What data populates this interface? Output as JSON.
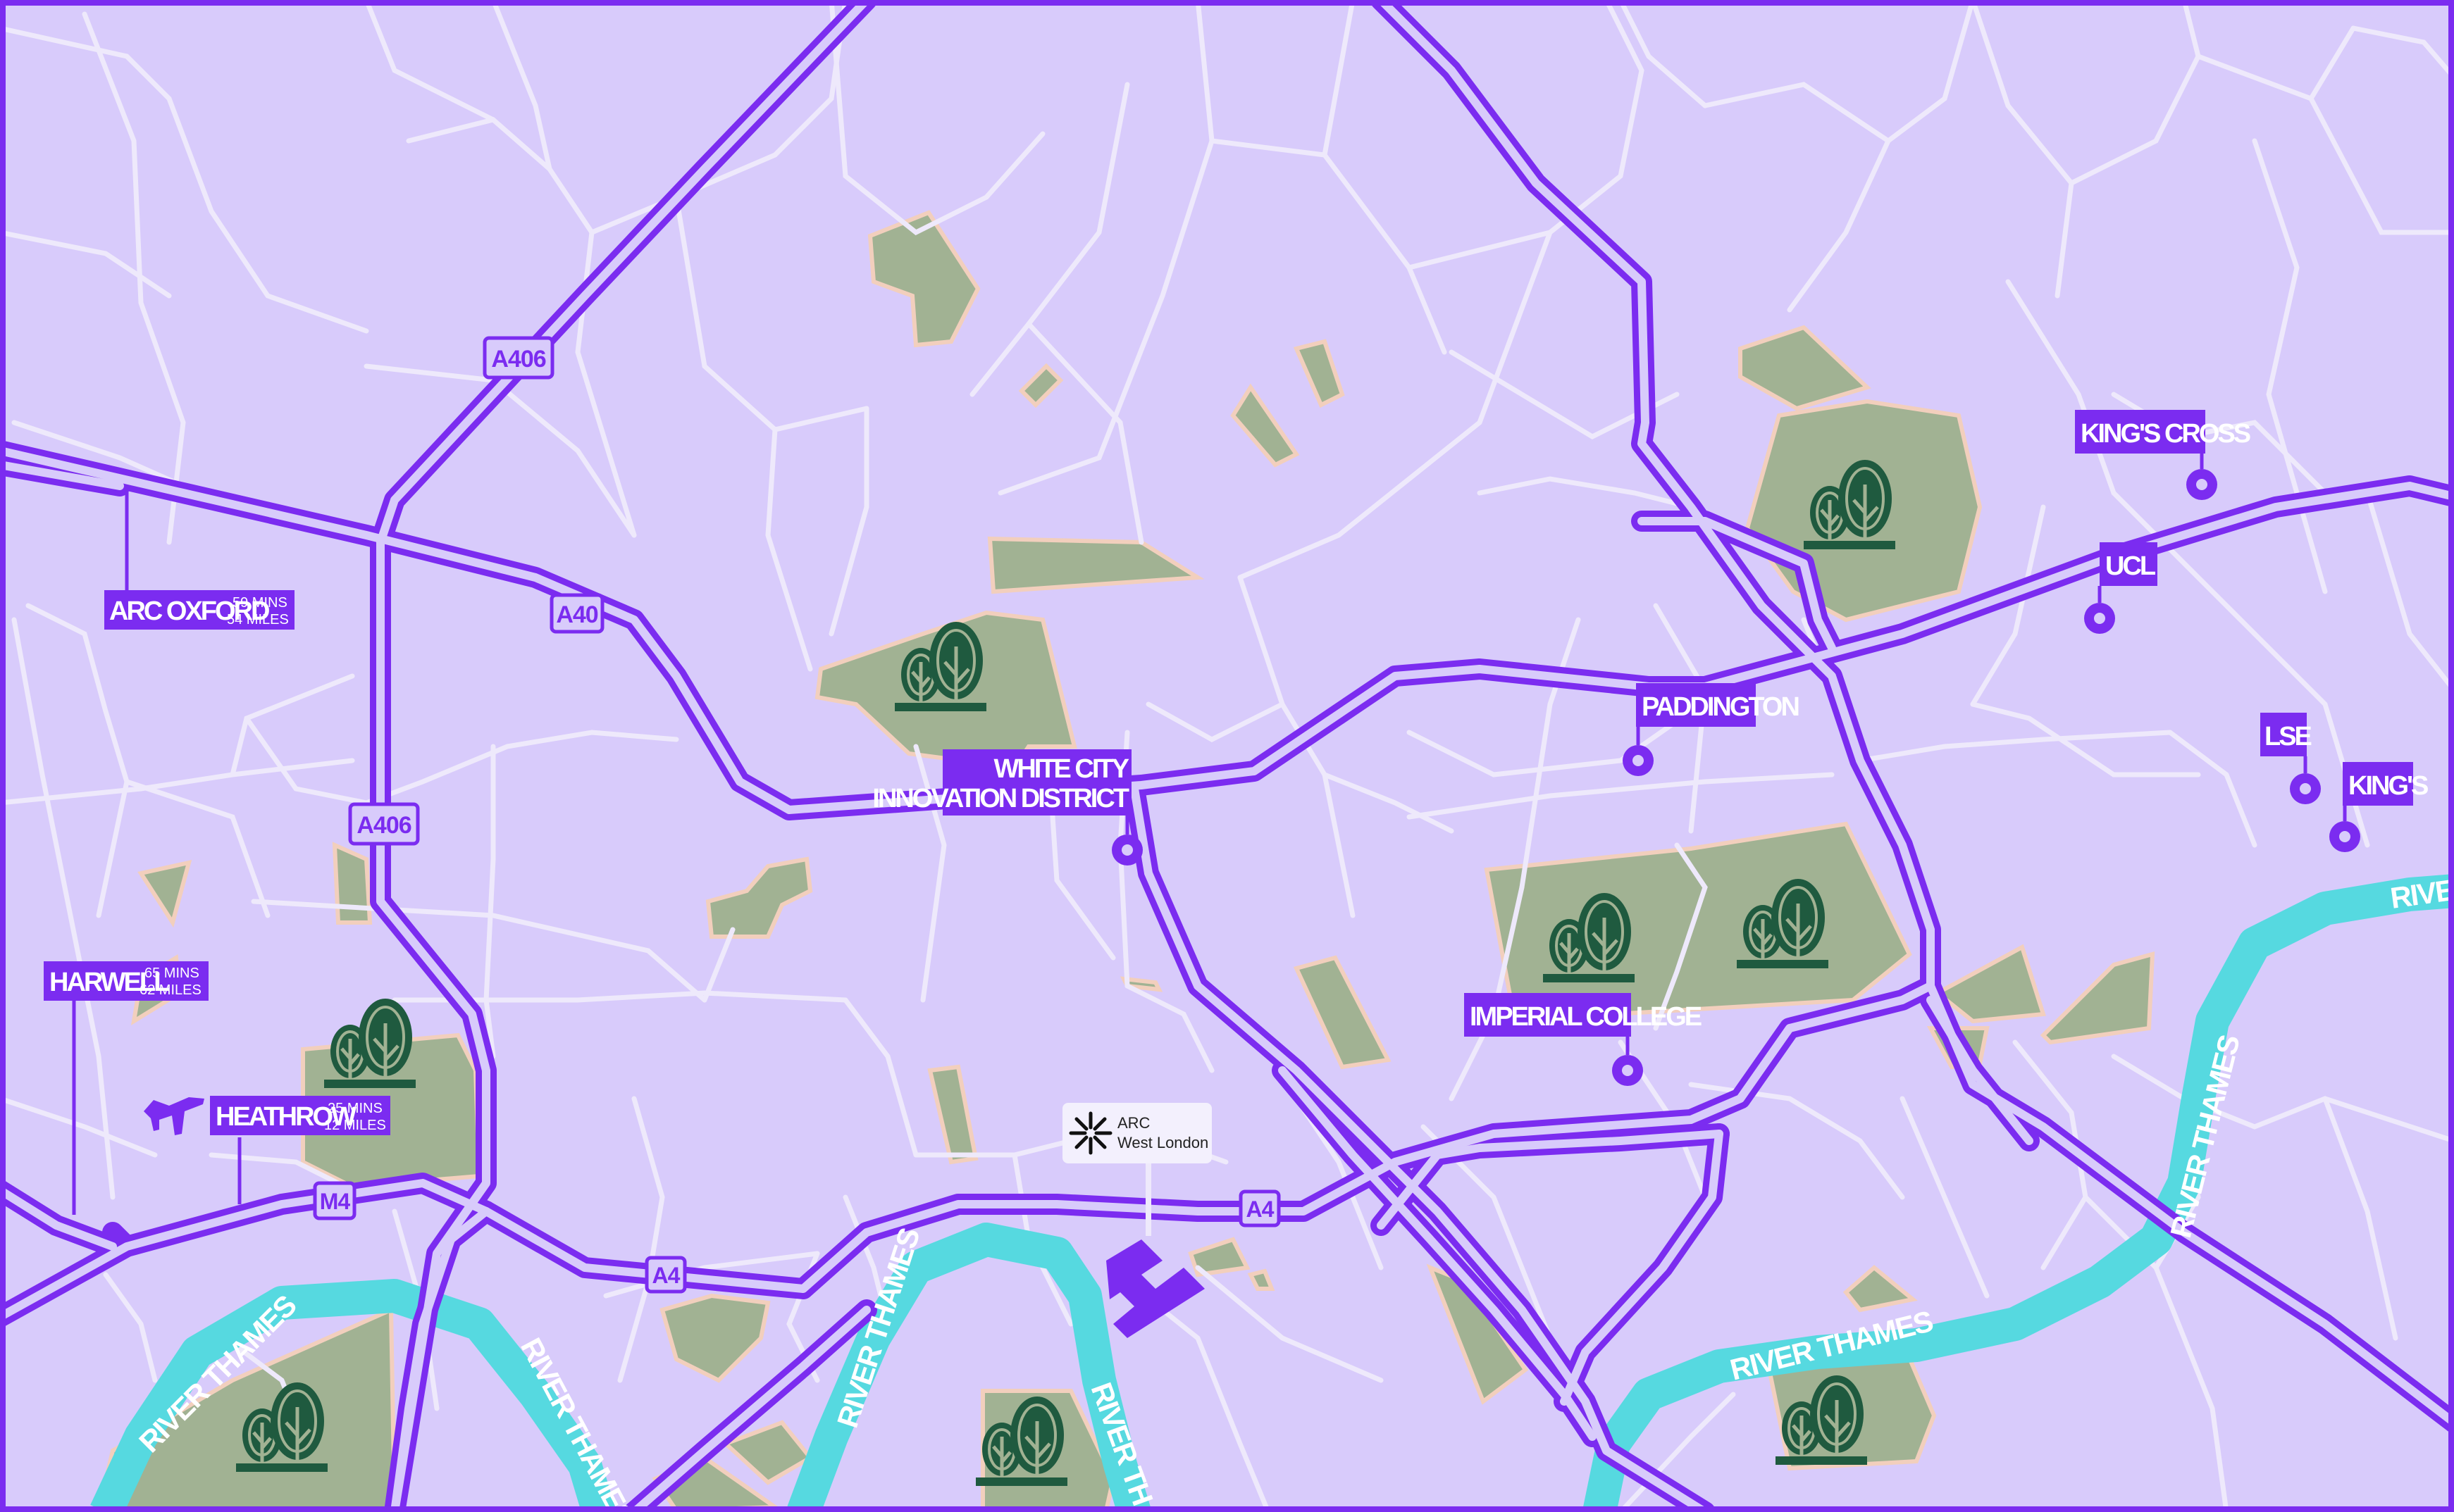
{
  "colors": {
    "background": "#d8cbfb",
    "road": "#7b2cf0",
    "street": "#eee9fb",
    "park": "#a1b293",
    "park_edge": "#f2cfbd",
    "river": "#56d9e0",
    "tree": "#1f5a3f",
    "site": "#7b2cf0"
  },
  "roads": {
    "a406_top": "A406",
    "a406_mid": "A406",
    "a40": "A40",
    "m4": "M4",
    "a4_left": "A4",
    "a4_right": "A4"
  },
  "places": {
    "arc_oxford": {
      "name": "ARC OXFORD",
      "mins": "59 MINS",
      "miles": "54 MILES"
    },
    "harwell": {
      "name": "HARWELL",
      "mins": "65 MINS",
      "miles": "62 MILES"
    },
    "heathrow": {
      "name": "HEATHROW",
      "mins": "25 MINS",
      "miles": "12 MILES",
      "icon": "airplane-icon"
    },
    "white_city_line1": "WHITE CITY",
    "white_city_line2": "INNOVATION DISTRICT",
    "paddington": "PADDINGTON",
    "imperial": "IMPERIAL COLLEGE",
    "kings_cross": "KING'S CROSS",
    "ucl": "UCL",
    "lse": "LSE",
    "kings": "KING'S"
  },
  "site": {
    "line1": "ARC",
    "line2": "West London",
    "logo": "arc-logo-icon"
  },
  "rivers": {
    "r1": "RIVER THAMES",
    "r2": "RIVER THAMES",
    "r3": "RIVER THAMES",
    "r4": "RIVER THAMES",
    "r5": "RIVER THAMES",
    "r6": "RIVER THAMES",
    "r7": "RIVER"
  }
}
